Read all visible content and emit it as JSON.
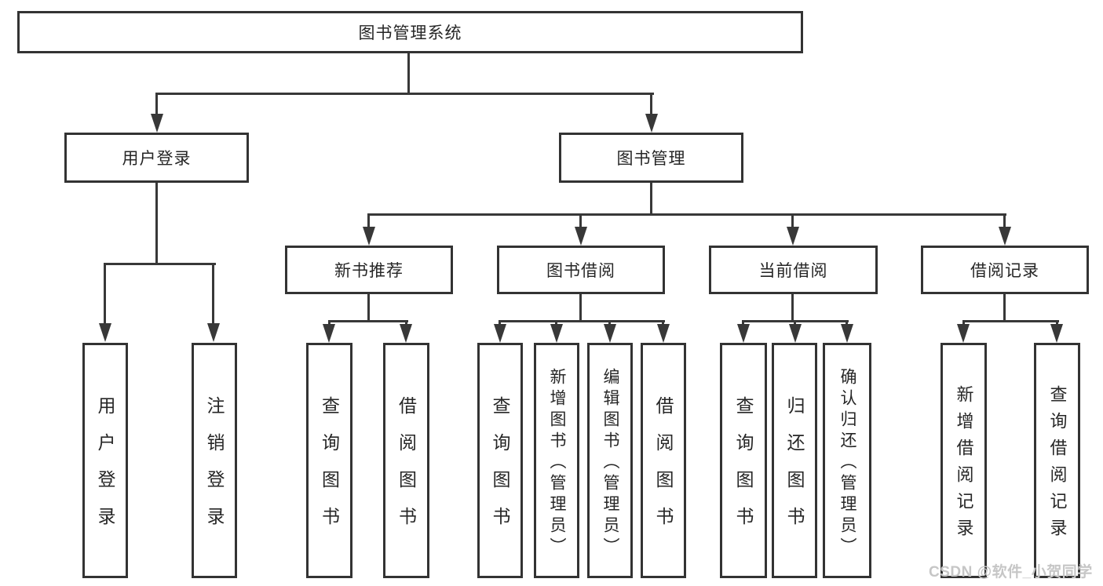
{
  "diagram": {
    "root": {
      "label": "图书管理系统"
    },
    "branches": [
      {
        "label": "用户登录",
        "children": [
          {
            "label": "用户登录"
          },
          {
            "label": "注销登录"
          }
        ]
      },
      {
        "label": "图书管理",
        "groups": [
          {
            "label": "新书推荐",
            "children": [
              {
                "label": "查询图书"
              },
              {
                "label": "借阅图书"
              }
            ]
          },
          {
            "label": "图书借阅",
            "children": [
              {
                "label": "查询图书"
              },
              {
                "label": "新增图书（管理员）"
              },
              {
                "label": "编辑图书（管理员）"
              },
              {
                "label": "借阅图书"
              }
            ]
          },
          {
            "label": "当前借阅",
            "children": [
              {
                "label": "查询图书"
              },
              {
                "label": "归还图书"
              },
              {
                "label": "确认归还（管理员）"
              }
            ]
          },
          {
            "label": "借阅记录",
            "children": [
              {
                "label": "新增借阅记录"
              },
              {
                "label": "查询借阅记录"
              }
            ]
          }
        ]
      }
    ]
  },
  "watermark": {
    "text": "CSDN @软件_小贺同学"
  },
  "colors": {
    "background": "#ffffff",
    "line": "#383838",
    "border": "#333333",
    "text": "#262626",
    "watermark": "#c6c6c6"
  }
}
